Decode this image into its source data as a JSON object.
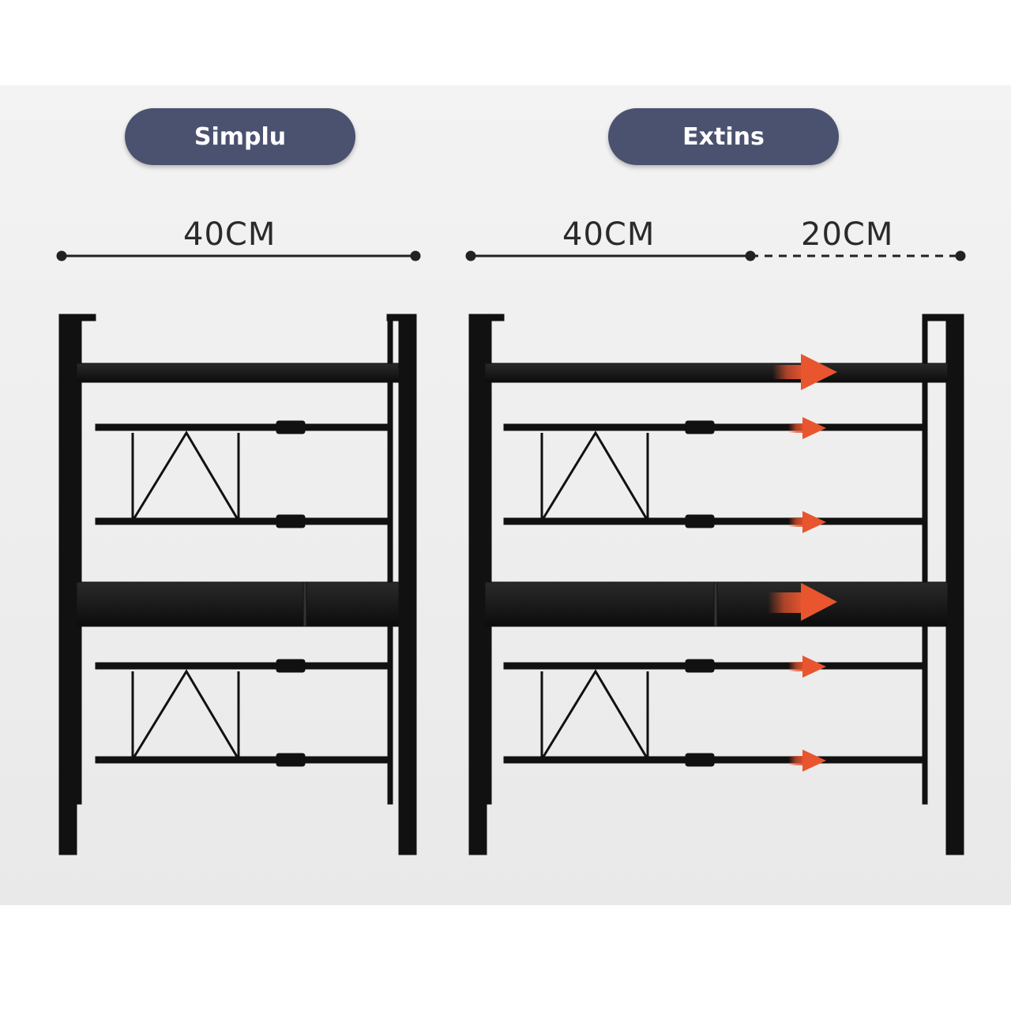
{
  "labels": {
    "simple": "Simplu",
    "extended": "Extins"
  },
  "dimensions": {
    "left_width": "40CM",
    "right_base_width": "40CM",
    "right_extension": "20CM"
  },
  "colors": {
    "pill_background": "#4b5270",
    "pill_text": "#ffffff",
    "shelf_frame": "#111111",
    "arrow": "#e8552f",
    "dimension_line": "#222222"
  },
  "icons": [
    "right-arrow-icon"
  ]
}
